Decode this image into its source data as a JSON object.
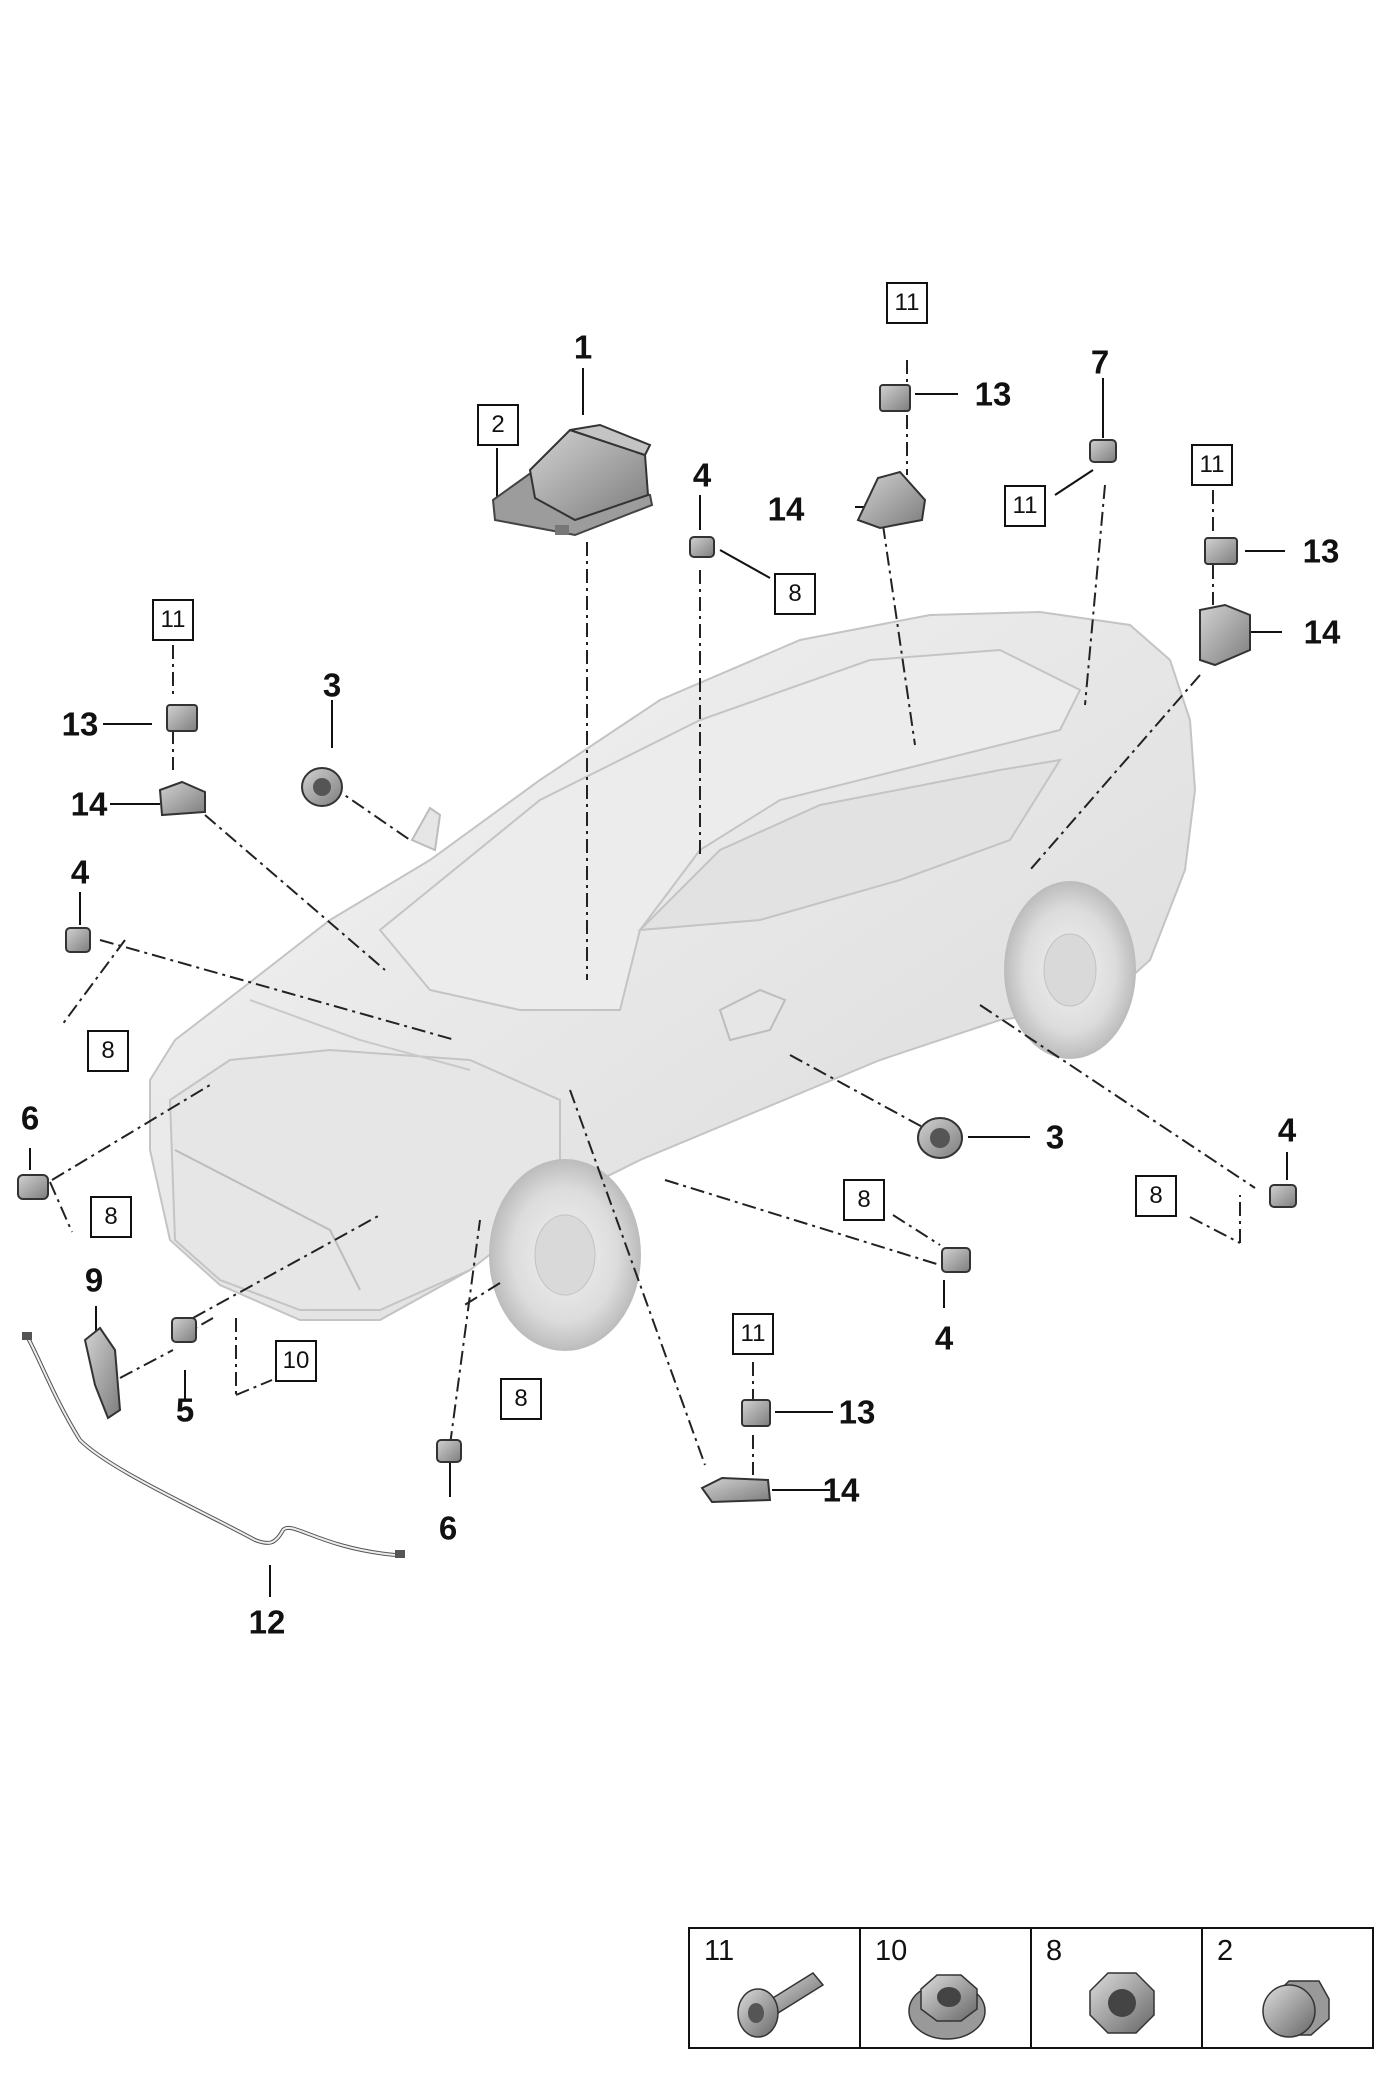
{
  "callouts": {
    "c1": "1",
    "c3a": "3",
    "c3b": "3",
    "c4a": "4",
    "c4b": "4",
    "c4c": "4",
    "c4d": "4",
    "c5": "5",
    "c6a": "6",
    "c6b": "6",
    "c7": "7",
    "c9": "9",
    "c12": "12",
    "c13a": "13",
    "c13b": "13",
    "c13c": "13",
    "c13d": "13",
    "c14a": "14",
    "c14b": "14",
    "c14c": "14",
    "c14d": "14"
  },
  "boxed": {
    "b2": "2",
    "b8a": "8",
    "b8b": "8",
    "b8c": "8",
    "b8d": "8",
    "b8e": "8",
    "b8f": "8",
    "b10": "10",
    "b11a": "11",
    "b11b": "11",
    "b11c": "11",
    "b11d": "11",
    "b11e": "11"
  },
  "legend": [
    {
      "number": "11",
      "icon": "bolt-icon"
    },
    {
      "number": "10",
      "icon": "flange-nut-icon"
    },
    {
      "number": "8",
      "icon": "hex-nut-icon"
    },
    {
      "number": "2",
      "icon": "cap-nut-icon"
    }
  ]
}
